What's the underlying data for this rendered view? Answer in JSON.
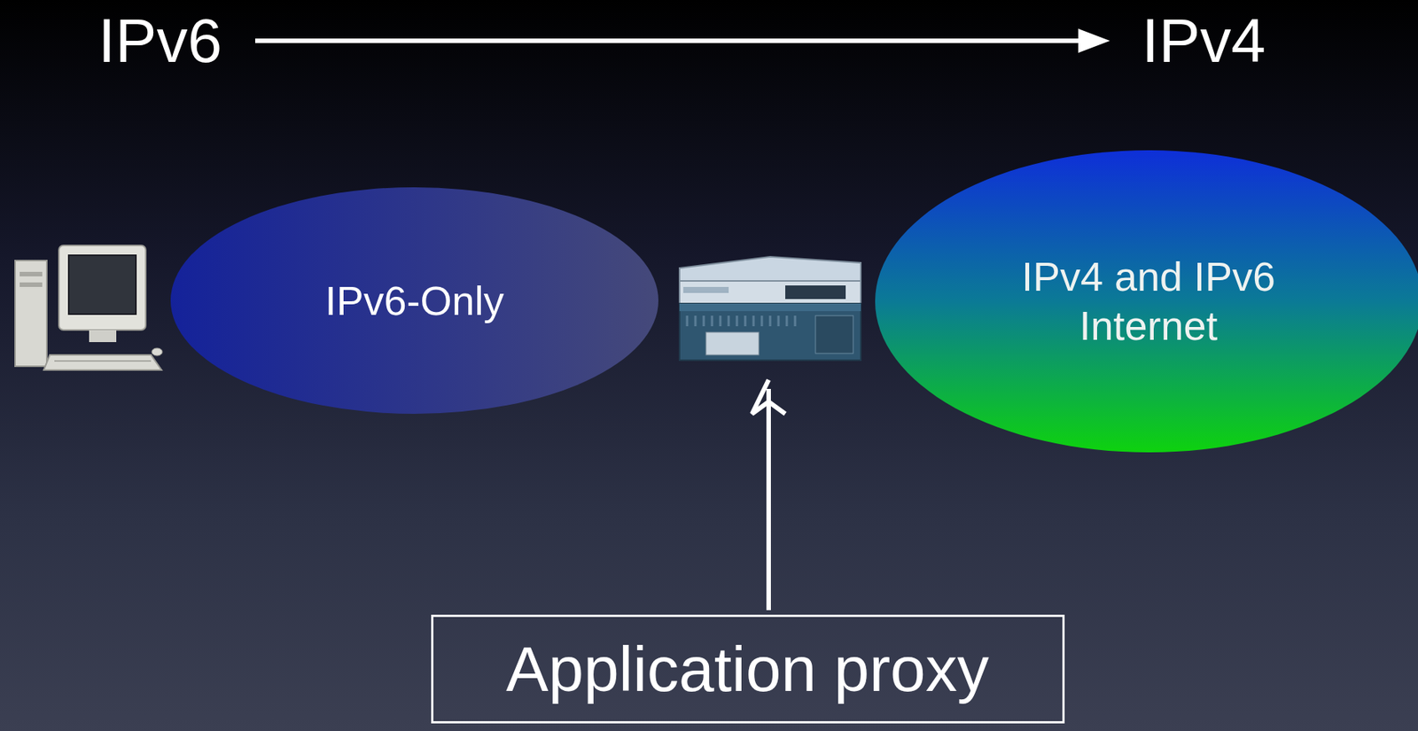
{
  "diagram": {
    "nodes": [
      {
        "text": [
          "IPv6-Only"
        ]
      },
      {
        "text": [
          "IPv4 and IPv6 Internet"
        ]
      },
      {
        "text": [
          "Application proxy"
        ]
      }
    ],
    "labels": [
      "IPv6",
      "IPv4"
    ]
  }
}
